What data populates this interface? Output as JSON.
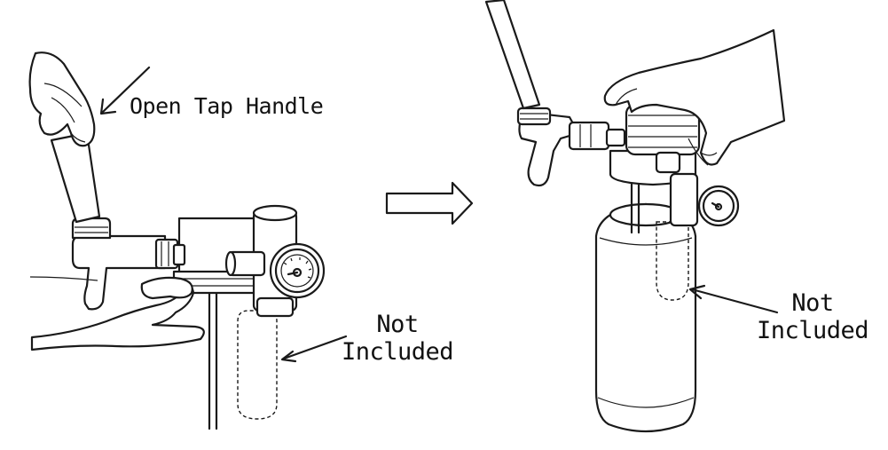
{
  "labels": {
    "open_tap_handle": "Open Tap Handle",
    "not_included_left": {
      "line1": "Not",
      "line2": "Included"
    },
    "not_included_right": {
      "line1": "Not",
      "line2": "Included"
    }
  },
  "colors": {
    "ink": "#1a1a1a",
    "background": "#ffffff"
  }
}
